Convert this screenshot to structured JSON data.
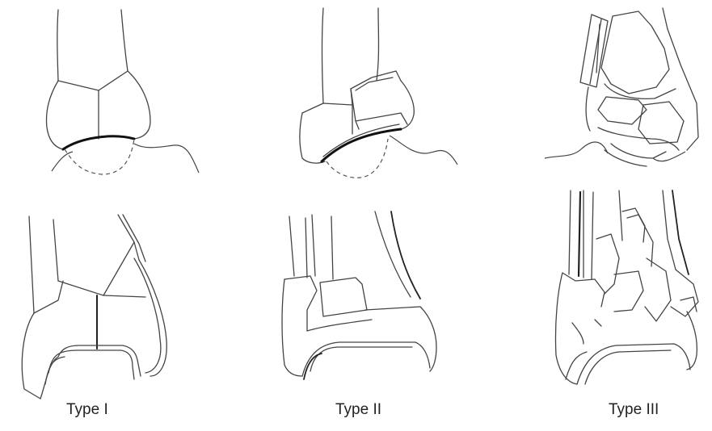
{
  "labels": {
    "type1": "Type I",
    "type2": "Type II",
    "type3": "Type III"
  }
}
